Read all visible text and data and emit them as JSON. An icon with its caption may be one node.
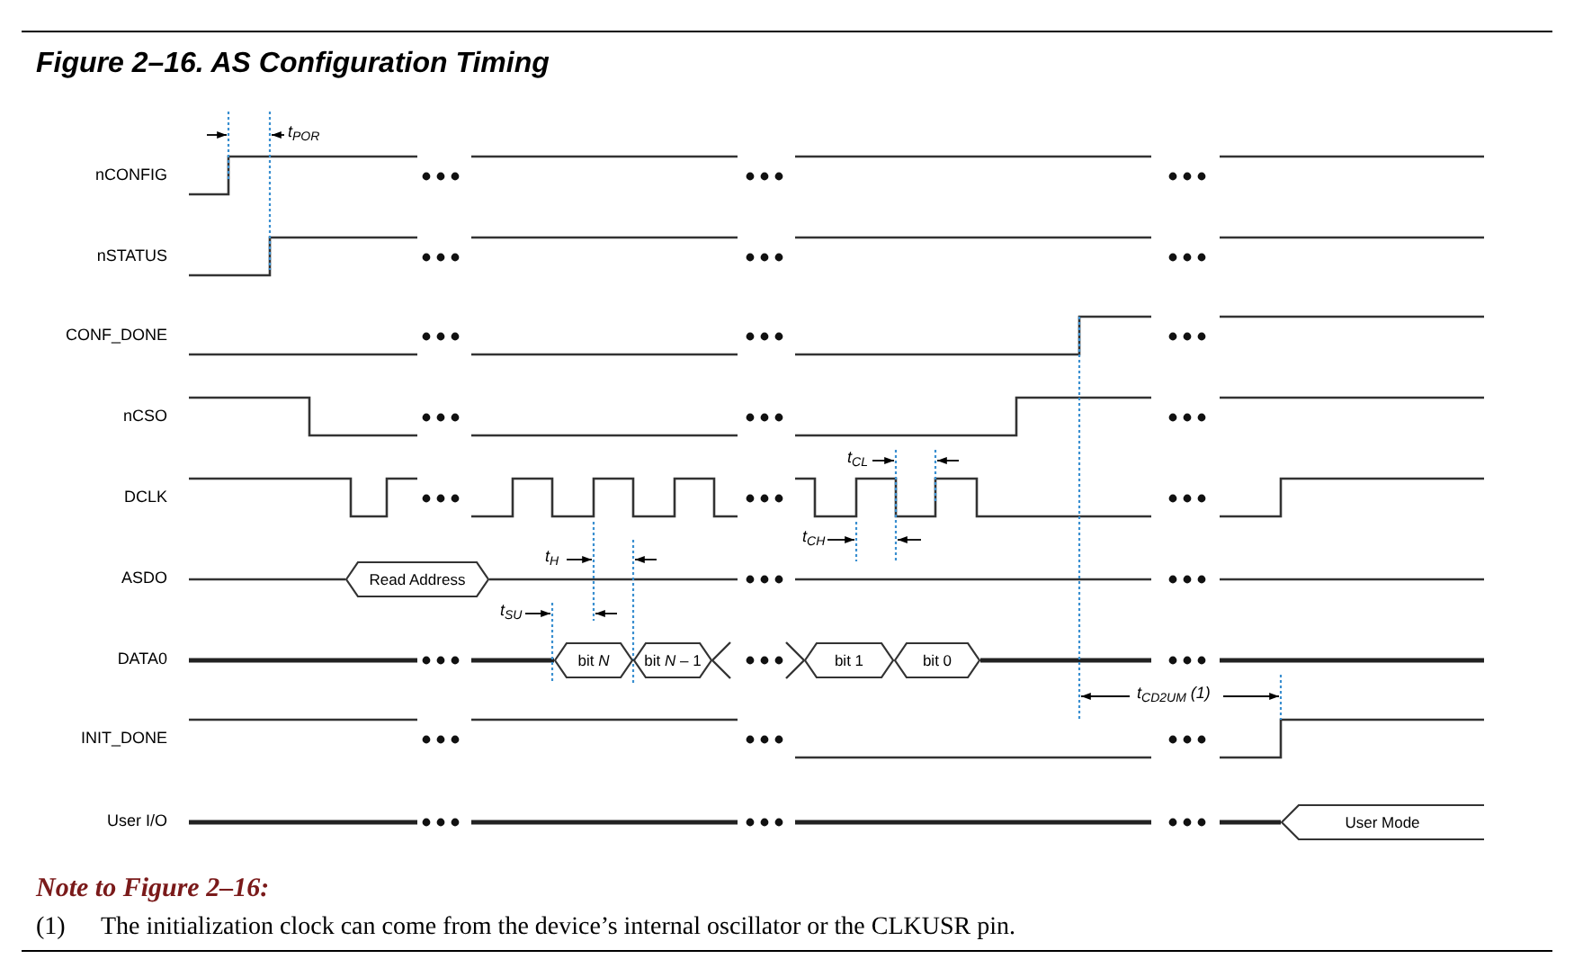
{
  "diagram": {
    "title": "Figure 2–16. AS Configuration Timing",
    "nodes": [
      {
        "text": [
          "Read Address"
        ]
      },
      {
        "text": [
          "bit *N*"
        ]
      },
      {
        "text": [
          "bit *N* – 1"
        ]
      },
      {
        "text": [
          "bit 1"
        ]
      },
      {
        "text": [
          "bit 0"
        ]
      },
      {
        "text": [
          "User Mode"
        ]
      }
    ],
    "labels": [
      "nCONFIG",
      "nSTATUS",
      "CONF_DONE",
      "nCSO",
      "DCLK",
      "ASDO",
      "DATA0",
      "INIT_DONE",
      "User I/O",
      "t$_{POR}$",
      "t$_{CL}$",
      "t$_{CH}$",
      "t$_{H}$",
      "t$_{SU}$",
      "t$_{CD2UM}$ (1)",
      "Note to **Figure 2–16**:",
      "(1)",
      "The initialization clock can come from the device’s internal oscillator or the CLKUSR pin."
    ]
  }
}
